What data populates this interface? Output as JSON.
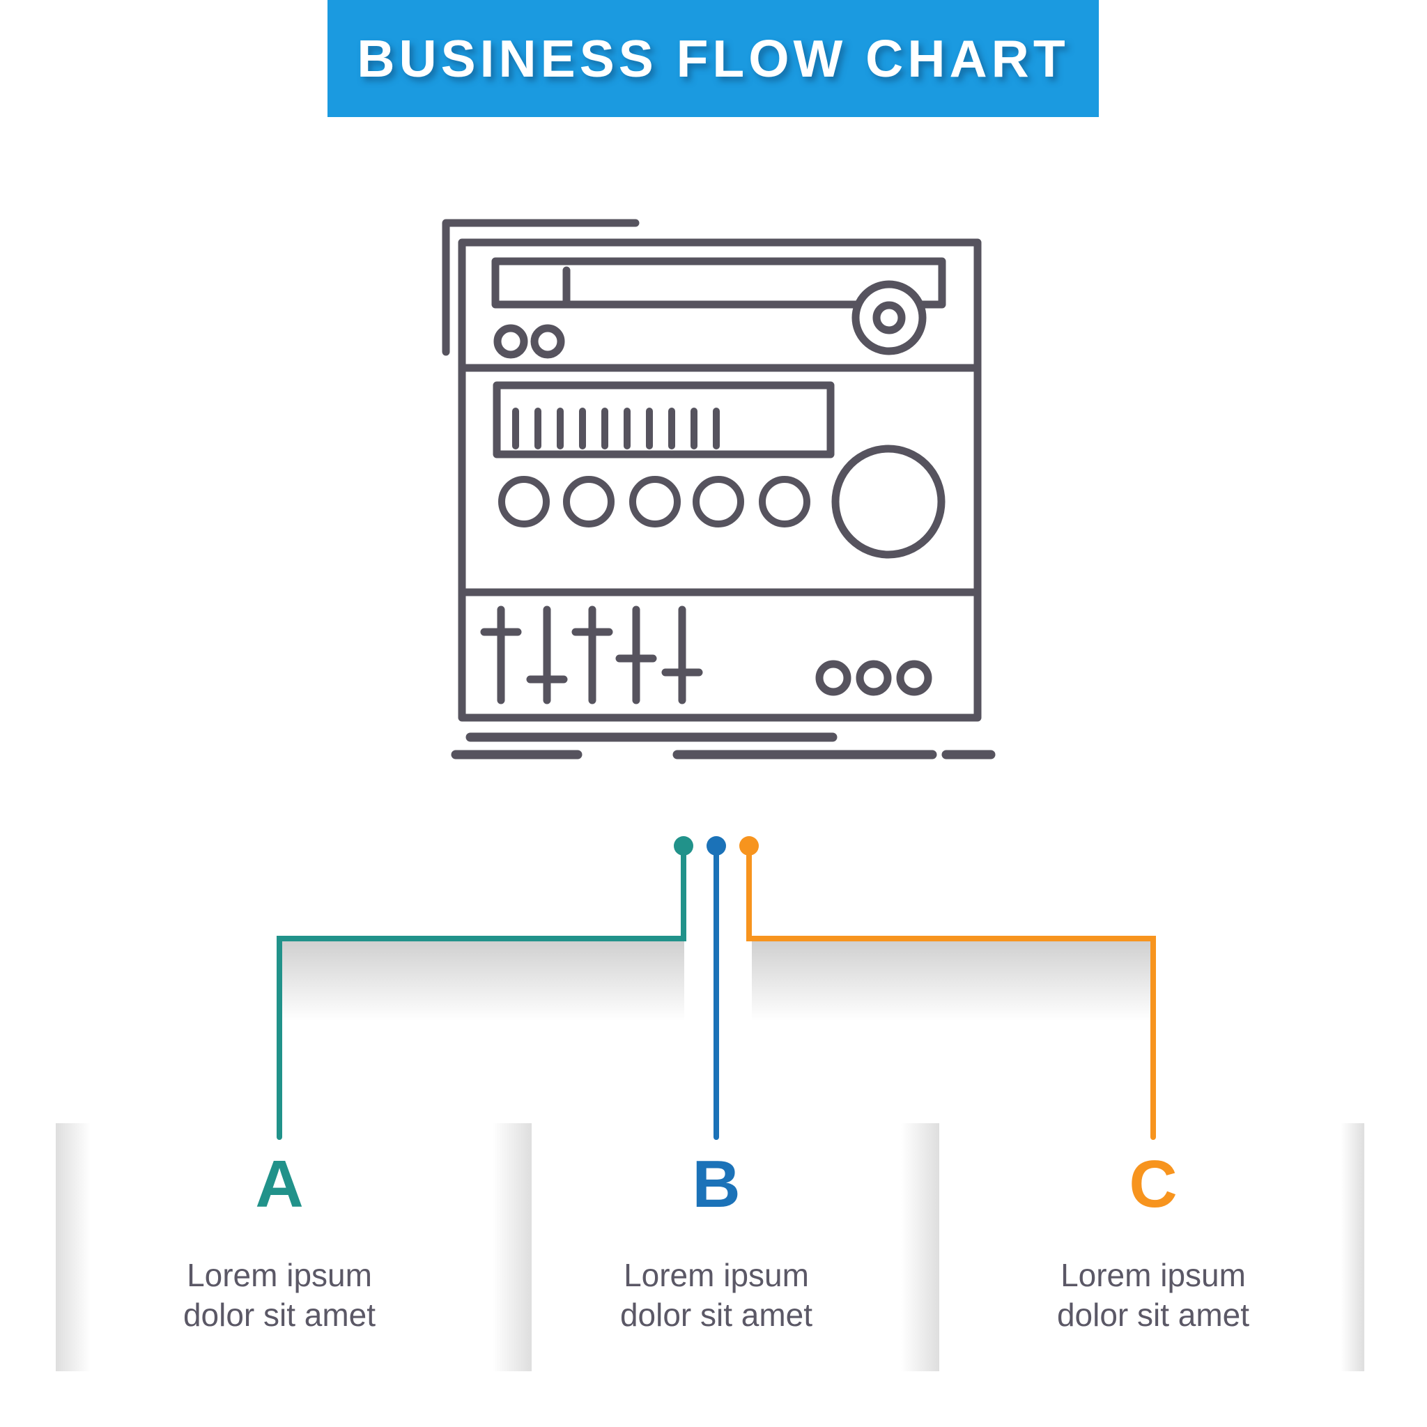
{
  "title": "BUSINESS FLOW CHART",
  "colors": {
    "banner": "#1b9ae0",
    "icon": "#56535e",
    "teal": "#21928a",
    "blue": "#1b72b8",
    "orange": "#f7941e",
    "text": "#5b5866",
    "strip": "#dedede",
    "shade": "#d0d0d0"
  },
  "icon": {
    "name": "audio-rack-mixer-icon"
  },
  "branches": [
    {
      "letter": "A",
      "color": "#21928a",
      "lorem1": "Lorem ipsum",
      "lorem2": "dolor sit amet"
    },
    {
      "letter": "B",
      "color": "#1b72b8",
      "lorem1": "Lorem ipsum",
      "lorem2": "dolor sit amet"
    },
    {
      "letter": "C",
      "color": "#f7941e",
      "lorem1": "Lorem ipsum",
      "lorem2": "dolor sit amet"
    }
  ]
}
